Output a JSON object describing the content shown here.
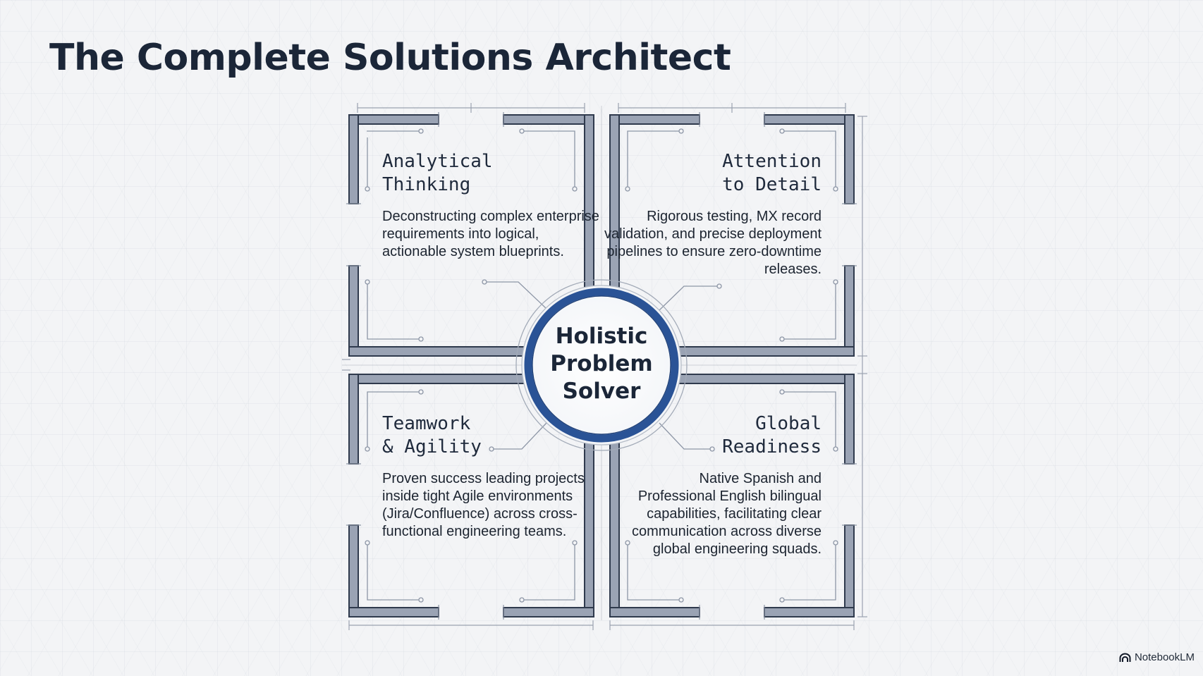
{
  "title": "The Complete Solutions Architect",
  "center": {
    "label": "Holistic Problem Solver"
  },
  "quadrants": [
    {
      "title": "Analytical\nThinking",
      "body": "Deconstructing complex enterprise requirements into logical, actionable system blueprints."
    },
    {
      "title": "Attention\nto Detail",
      "body": "Rigorous testing, MX record validation, and precise deployment pipelines to ensure zero-downtime releases."
    },
    {
      "title": "Teamwork\n& Agility",
      "body": "Proven success leading projects inside tight Agile environments (Jira/Confluence) across cross-functional engineering teams."
    },
    {
      "title": "Global\nReadiness",
      "body": "Native Spanish and Professional English bilingual capabilities, facilitating clear communication across diverse global engineering squads."
    }
  ],
  "brand": {
    "label": "NotebookLM",
    "icon": "notebooklm-logo-icon"
  },
  "colors": {
    "title": "#1b2638",
    "wall_fill": "#9aa3b4",
    "wall_stroke": "#2f3a4d",
    "ring": "#2a5396",
    "line": "#8d96a6"
  }
}
